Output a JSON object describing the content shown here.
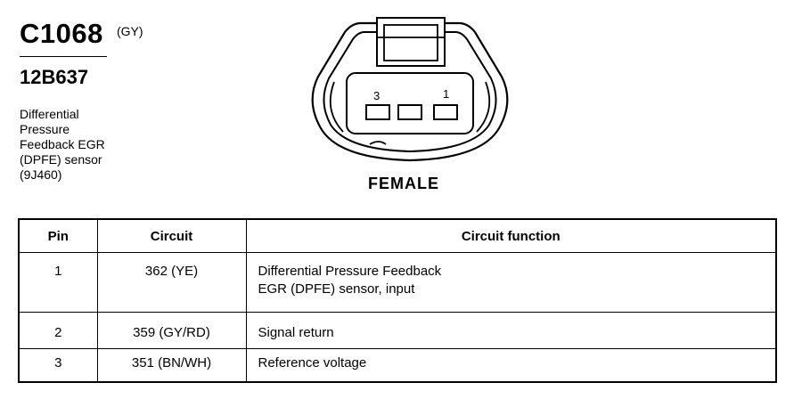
{
  "connector": {
    "id": "C1068",
    "color_code": "(GY)",
    "part_number": "12B637",
    "description_lines": [
      "Differential",
      "Pressure",
      "Feedback EGR",
      "(DPFE) sensor",
      "(9J460)"
    ],
    "face_pin_labels": [
      "3",
      "1"
    ],
    "gender": "FEMALE"
  },
  "pin_table": {
    "headers": [
      "Pin",
      "Circuit",
      "Circuit function"
    ],
    "rows": [
      {
        "pin": "1",
        "circuit": "362 (YE)",
        "function_lines": [
          "Differential Pressure Feedback",
          "EGR (DPFE) sensor, input"
        ]
      },
      {
        "pin": "2",
        "circuit": "359 (GY/RD)",
        "function_lines": [
          "Signal return"
        ]
      },
      {
        "pin": "3",
        "circuit": "351 (BN/WH)",
        "function_lines": [
          "Reference voltage"
        ]
      }
    ]
  }
}
